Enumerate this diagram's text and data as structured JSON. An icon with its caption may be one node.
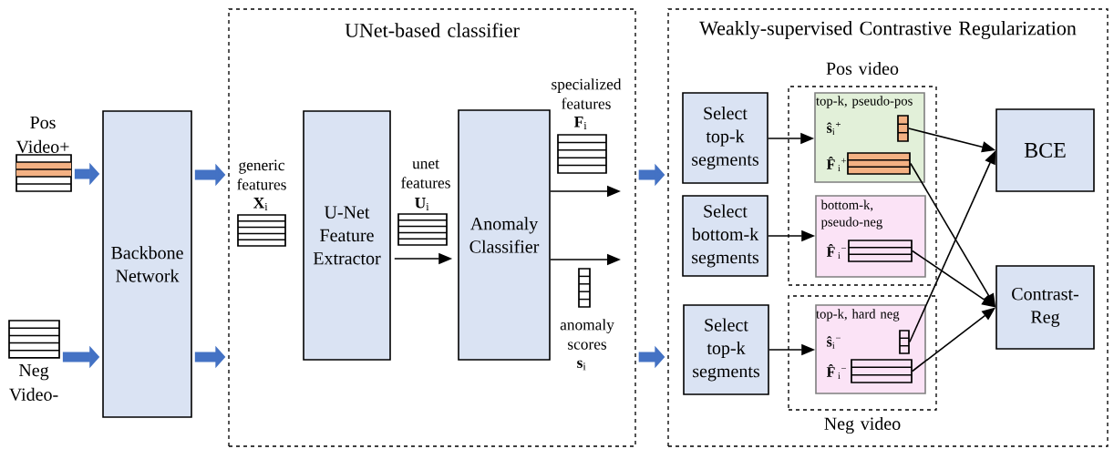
{
  "diagram": {
    "nodes": [
      {
        "text": [
          "UNet-based classifier"
        ]
      },
      {
        "text": [
          "Weakly-supervised Contrastive Regularization"
        ]
      },
      {
        "text": [
          "Pos video"
        ],
        "in": 1
      },
      {
        "text": [
          "Neg video"
        ],
        "in": 1
      },
      {
        "text": [
          "Pos Video+"
        ]
      },
      {
        "text": [
          "Neg Video-"
        ]
      },
      {
        "text": [
          "Backbone Network"
        ]
      },
      {
        "text": [
          "U-Net Feature Extractor"
        ],
        "in": 0
      },
      {
        "text": [
          "Anomaly Classifier"
        ],
        "in": 0
      },
      {
        "text": [
          "Select top-k segments"
        ],
        "in": 1
      },
      {
        "text": [
          "Select bottom-k segments"
        ],
        "in": 1
      },
      {
        "text": [
          "Select top-k segments"
        ],
        "in": 1
      },
      {
        "text": [
          "top-k, pseudo-pos",
          "**ŝ**$_{i}$$^{+}$",
          "**F̂**$_{i}$$^{+}$"
        ],
        "in": 2
      },
      {
        "text": [],
        "shape": "box",
        "in": 12
      },
      {
        "text": [],
        "shape": "box",
        "in": 12
      },
      {
        "text": [
          "bottom-k, pseudo-neg",
          "**F̂**$_{i}$$^{−}$"
        ],
        "in": 2
      },
      {
        "text": [],
        "shape": "box",
        "in": 15
      },
      {
        "text": [
          "top-k, hard neg",
          "**ŝ**$_{i}$$^{−}$",
          "**F̂**$_{i}$$^{−}$"
        ],
        "in": 3
      },
      {
        "text": [],
        "shape": "box",
        "in": 17
      },
      {
        "text": [],
        "shape": "box",
        "in": 17
      },
      {
        "text": [
          "BCE"
        ],
        "in": 1
      },
      {
        "text": [
          "Contrast-Reg"
        ],
        "in": 1
      },
      {
        "text": [
          "generic features",
          "**X**$_{i}$"
        ],
        "in": 0
      },
      {
        "text": [
          "unet features",
          "**U**$_{i}$"
        ],
        "in": 0
      },
      {
        "text": [
          "specialized features",
          "**F**$_{i}$"
        ],
        "in": 0
      },
      {
        "text": [
          "anomaly scores",
          "**s**$_{i}$"
        ],
        "in": 0
      }
    ],
    "edges": [
      {
        "from": 4,
        "to": 6,
        "arrow": "to",
        "style": "thick",
        "color": "#4472c4"
      },
      {
        "from": 5,
        "to": 6,
        "arrow": "to",
        "style": "thick",
        "color": "#4472c4"
      },
      {
        "from": 6,
        "to": 0,
        "arrow": "to",
        "style": "thick",
        "color": "#4472c4"
      },
      {
        "from": 6,
        "to": 0,
        "arrow": "to",
        "style": "thick",
        "color": "#4472c4"
      },
      {
        "from": 7,
        "to": 8,
        "arrow": "to"
      },
      {
        "from": 8,
        "to": null,
        "arrow": "to"
      },
      {
        "from": 8,
        "to": null,
        "arrow": "to"
      },
      {
        "from": 0,
        "to": 1,
        "arrow": "to",
        "style": "thick",
        "color": "#4472c4"
      },
      {
        "from": 0,
        "to": 1,
        "arrow": "to",
        "style": "thick",
        "color": "#4472c4"
      },
      {
        "from": 9,
        "to": 12,
        "arrow": "to"
      },
      {
        "from": 10,
        "to": 15,
        "arrow": "to"
      },
      {
        "from": 11,
        "to": 17,
        "arrow": "to"
      },
      {
        "from": 13,
        "to": 20,
        "arrow": "to"
      },
      {
        "from": 14,
        "to": 21,
        "arrow": "to"
      },
      {
        "from": 16,
        "to": 21,
        "arrow": "to"
      },
      {
        "from": 18,
        "to": 20,
        "arrow": "to"
      },
      {
        "from": 19,
        "to": 21,
        "arrow": "to"
      }
    ]
  }
}
